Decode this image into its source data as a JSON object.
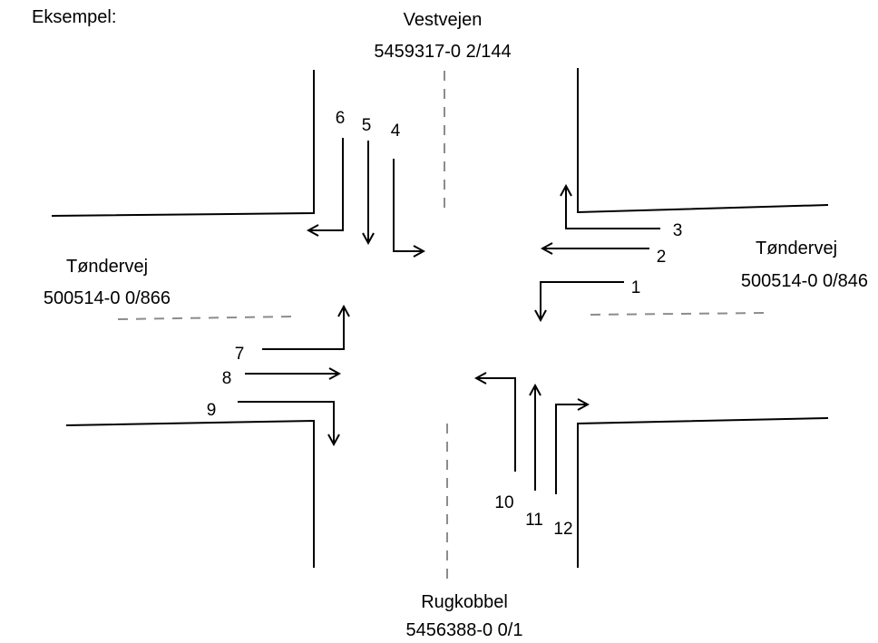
{
  "heading": "Eksempel:",
  "roads": {
    "north": {
      "name": "Vestvejen",
      "code": "5459317-0 2/144"
    },
    "west": {
      "name": "Tøndervej",
      "code": "500514-0 0/866"
    },
    "east": {
      "name": "Tøndervej",
      "code": "500514-0 0/846"
    },
    "south": {
      "name": "Rugkobbel",
      "code": "5456388-0 0/1"
    }
  },
  "movements": [
    "1",
    "2",
    "3",
    "4",
    "5",
    "6",
    "7",
    "8",
    "9",
    "10",
    "11",
    "12"
  ],
  "colors": {
    "line": "#000000",
    "centerline": "#8c8c8c"
  }
}
